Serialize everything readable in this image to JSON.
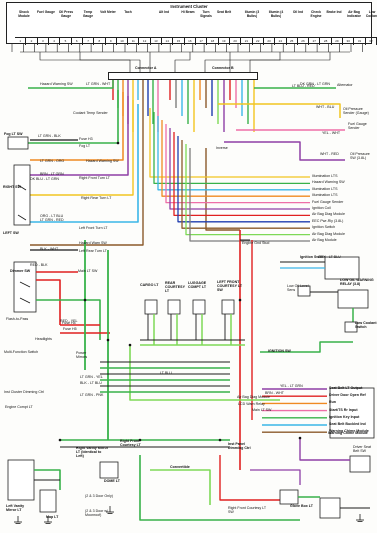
{
  "header": {
    "title": "Instrument Cluster",
    "gauges": [
      "Shock Module",
      "Fuel Gauge",
      "Oil Press Gauge",
      "Temp Gauge",
      "Volt Meter",
      "Tach",
      "Alt Ind",
      "Hi Beam",
      "Turn Signals",
      "Seat Belt",
      "Illumin (3 Bulbs)",
      "Illumin (4 Bulbs)",
      "Oil Ind",
      "Check Engine",
      "Brake Ind",
      "Air Bag Indicator",
      "Low Coolant"
    ],
    "pins": [
      "1",
      "2",
      "3",
      "4",
      "5",
      "6",
      "7",
      "8",
      "9",
      "10",
      "11",
      "12",
      "13",
      "14",
      "15",
      "16",
      "17",
      "18",
      "19",
      "20",
      "21",
      "22",
      "23",
      "24",
      "25",
      "26",
      "27",
      "28",
      "29",
      "30",
      "31",
      "32"
    ]
  },
  "connectors": {
    "a": "Connector A",
    "b": "Connector B"
  },
  "components": {
    "alternator": "Alternator",
    "hazard_warning": "Hazard Warning SW",
    "coolant_temp": "Coolant Temp Sender",
    "fuel_gauge_sender": "Fuel Gauge Sender",
    "oil_pressure_sender": "Oil Pressure Sender (Gauge)",
    "oil_pressure_sw": "Oil Pressure SW (3.8L)",
    "inverse": "Inverse",
    "fog_lt_sw": "Fog LT SW",
    "right_sw": "RIGHT SW",
    "left_sw": "LEFT SW",
    "dimmer_sw": "Dimmer SW",
    "pass_to_pass": "Flash-to-Pass",
    "headlights": "Headlights",
    "multi_function": "Multi-Function Switch",
    "engine_gnd": "Engine Gnd Stud",
    "ignition_switch": "Ignition Switch",
    "low_oil_level_sensor": "Low Oil Level Sens",
    "low_oil_warning_relay": "LOW OIL WARNING RELAY (3.8)",
    "low_coolant_switch": "Low Coolant Switch",
    "cargo_lt": "CARGO LT",
    "rear_courtesy_lt": "REAR COURTESY LT",
    "luggage_comp_lt": "LUGGAGE COMPT LT",
    "left_front_courtesy": "LEFT FRONT COURTESY LT SW",
    "power_mirrors": "Power Mirrors",
    "inst_cluster_dimming": "Inst Cluster Dimming Ctrl",
    "engine_compt_lt": "Engine Compt LT",
    "ignition_sw_block": "IGNITION SW",
    "air_bag_module": "Air Bag Diag Module",
    "lcd_warn_relay": "LCD Warn Relay",
    "seat_belt_sw": "Main LT SW",
    "warning_chime": "Warning Chime Module",
    "driver_seat_belt": "Driver Seat Belt SW",
    "left_vanity_mirror": "Left Vanity Mirror LT",
    "map_lt": "Map LT",
    "right_vanity": "Right Vanity Mirror LT (Identical to Left)",
    "dome_lt": "DOME LT",
    "right_front_courtesy": "Right Front Courtesy LT",
    "convertible": "Convertible",
    "inst_panel_dimming": "Inst Panel Dimming Ctrl",
    "glove_box_lt": "Glove Box LT",
    "right_front_courtesy_sw": "Right Front Courtesy LT SW",
    "two_three_door": "(2 & 3 Door Only)",
    "two_three_door_b": "(2 & 3 Door w/ Moonroof)"
  },
  "right_labels": [
    "Seat Belt LT Output",
    "Driver Door Open Ref",
    "Run",
    "Start/TS Rr Input",
    "Ignition Key Input",
    "Seat Belt Buckled Ind",
    "Warning Chime Module"
  ],
  "bus_labels": [
    "Illumination LTS",
    "Hazard Warning SW",
    "Illumination LTS",
    "Illumination LTS",
    "Fuel Gauge Sender",
    "Ignition Coil",
    "Air Bag Diag Module",
    "EEC Pwr-Rly (3.8L)",
    "Ignition Switch",
    "Air Bag Diag Module",
    "Air Bag Module"
  ],
  "left_labels": [
    "Fuse H3",
    "Fog LT",
    "Hazard Warning SW",
    "Right Front Turn LT",
    "Right Rear Turn LT",
    "Left Front Turn LT",
    "Hazard Warn SW",
    "Left Rear Turn LT",
    "Main LT SW",
    "Fuse H4",
    "Fuse H5"
  ],
  "wire_labels": [
    "LT GRN - WHT",
    "LT BLU - RED",
    "LT GRN - BLK",
    "WHT - BLU",
    "YEL - WHT",
    "DK GRN - LT GRN",
    "LT GRN - ORG",
    "BRN - LT GRN",
    "BLK - WHT",
    "WHT - RED",
    "ORG - LT BLU",
    "LT BLU",
    "DK BLU - LT GRN",
    "LT GRN - RED",
    "RED - YEL",
    "BLK - LT BLU",
    "RED - BLK",
    "LT GRN - YEL",
    "GRY - LT BLU",
    "BRN - WHT",
    "LT GRN - PNK",
    "YEL - LT GRN"
  ],
  "colors": {
    "red": "#e02020",
    "green": "#38b24a",
    "light_blue": "#3bb6e8",
    "dark_blue": "#1e3cae",
    "yellow": "#f2c521",
    "orange": "#ef8a22",
    "brown": "#8b5a2b",
    "purple": "#8e3fa6",
    "pink": "#ee6fa8",
    "black": "#1a1a1a",
    "grey": "#7d7d7d",
    "lime": "#7ed957"
  }
}
